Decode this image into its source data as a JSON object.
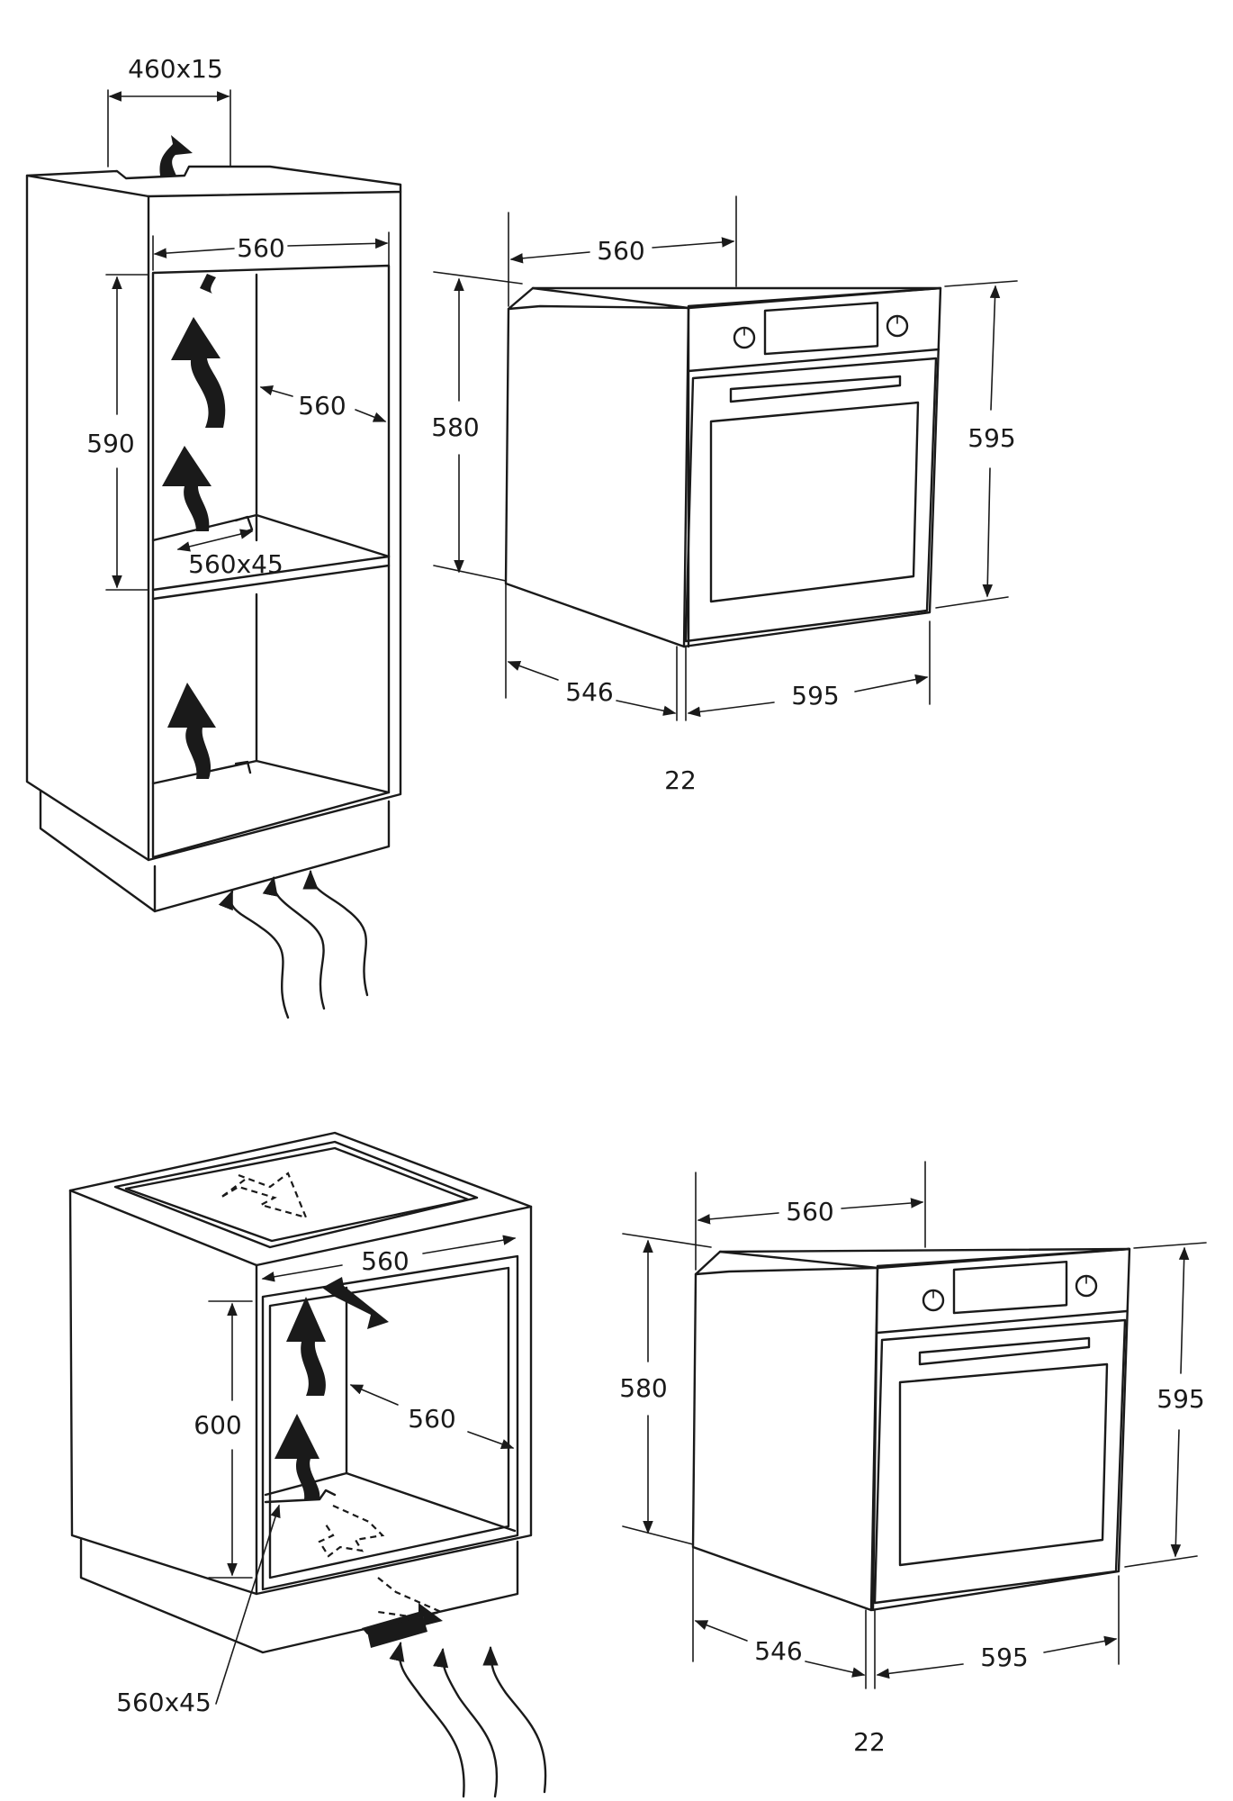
{
  "top_cabinet": {
    "vent_top": "460x15",
    "width_inner": "560",
    "height_inner": "590",
    "depth_inner": "560",
    "vent_bottom": "560x45"
  },
  "top_oven": {
    "width_body": "560",
    "height_body": "580",
    "height_total": "595",
    "depth_body": "546",
    "width_front": "595",
    "door_thickness": "22"
  },
  "bottom_cabinet": {
    "width_inner": "560",
    "height_inner": "600",
    "depth_inner": "560",
    "vent_bottom": "560x45"
  },
  "bottom_oven": {
    "width_body": "560",
    "height_body": "580",
    "height_total": "595",
    "depth_body": "546",
    "width_front": "595",
    "door_thickness": "22"
  }
}
